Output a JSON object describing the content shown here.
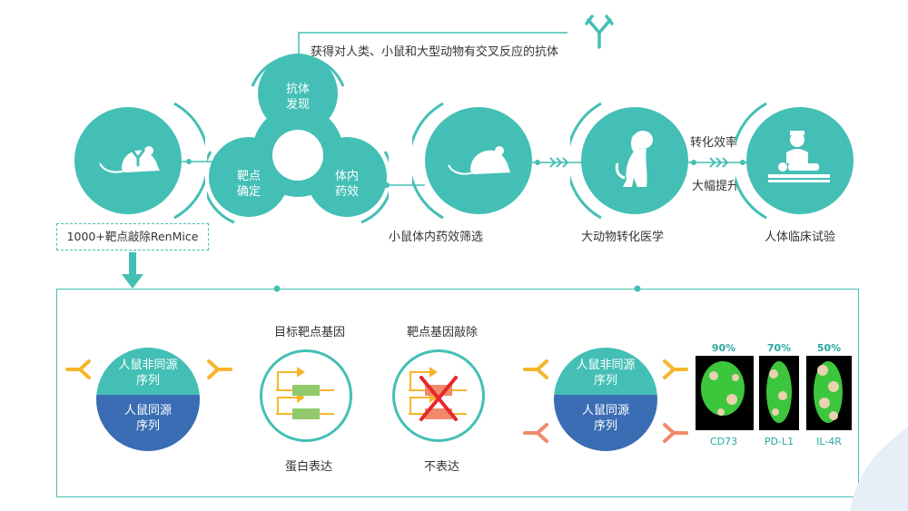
{
  "top": {
    "antibody_caption": "获得对人类、小鼠和大型动物有交叉反应的抗体",
    "renmice_box": "1000+靶点敲除RenMice",
    "trefoil": {
      "top": "抗体\n发现",
      "left": "靶点\n确定",
      "right": "体内\n药效"
    },
    "stage_labels": {
      "mouse_screen": "小鼠体内药效筛选",
      "large_animal": "大动物转化医学",
      "human_trial": "人体临床试验"
    },
    "transform_top": "转化效率",
    "transform_bottom": "大幅提升"
  },
  "bottom": {
    "left_sphere": {
      "top": "人鼠非同源\n序列",
      "bottom": "人鼠同源\n序列"
    },
    "right_sphere": {
      "top": "人鼠非同源\n序列",
      "bottom": "人鼠同源\n序列"
    },
    "gene_target_title": "目标靶点基因",
    "gene_target_caption": "蛋白表达",
    "gene_ko_title": "靶点基因敲除",
    "gene_ko_caption": "不表达",
    "proteins": [
      {
        "pct": "90%",
        "name": "CD73"
      },
      {
        "pct": "70%",
        "name": "PD-L1"
      },
      {
        "pct": "50%",
        "name": "IL-4R"
      }
    ]
  },
  "colors": {
    "teal": "#44bfb5",
    "blue": "#3a6db4",
    "orange": "#f7b52c",
    "salmon": "#f08a6a",
    "green": "#8fc96b"
  },
  "icons": [
    "mouse-antibody-icon",
    "antibody-icon",
    "mouse-icon",
    "dog-icon",
    "doctor-patient-icon",
    "gene-expression-icon",
    "gene-knockout-icon"
  ]
}
